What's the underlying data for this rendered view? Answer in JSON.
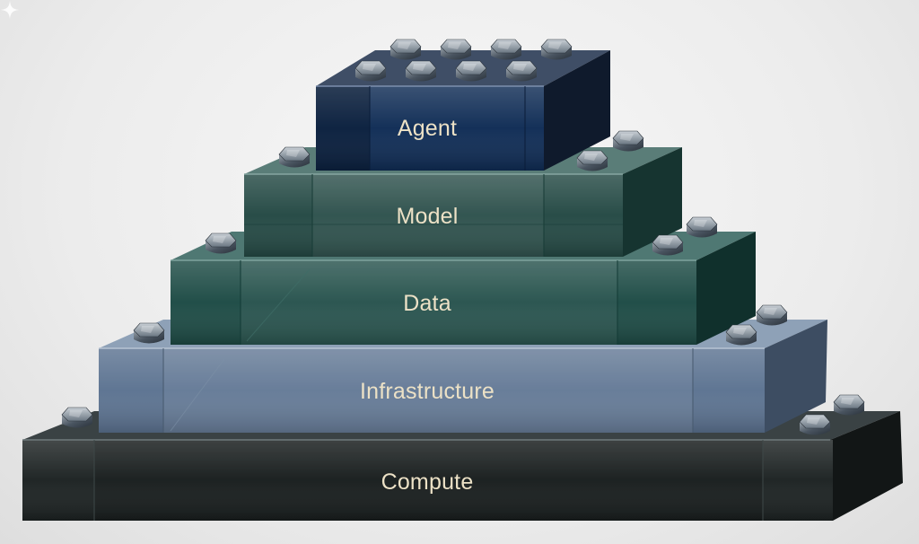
{
  "layers": [
    {
      "id": "agent",
      "label": "Agent",
      "color": "#0f2c55"
    },
    {
      "id": "model",
      "label": "Model",
      "color": "#244944"
    },
    {
      "id": "data",
      "label": "Data",
      "color": "#1d4b45"
    },
    {
      "id": "infrastructure",
      "label": "Infrastructure",
      "color": "#5c7391"
    },
    {
      "id": "compute",
      "label": "Compute",
      "color": "#1c2222"
    }
  ],
  "label_color": "#ece1c6"
}
